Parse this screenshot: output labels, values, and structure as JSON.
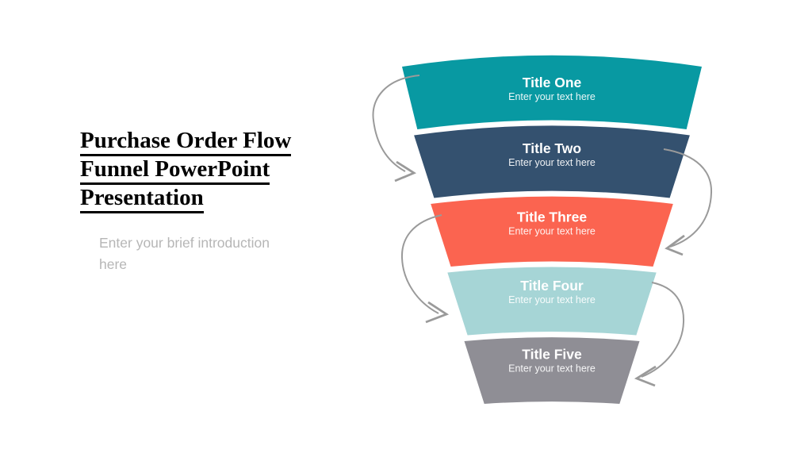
{
  "slide": {
    "background_color": "#ffffff",
    "left_panel": {
      "title_lines": [
        "Purchase Order Flow",
        "Funnel PowerPoint",
        "Presentation"
      ],
      "title_color": "#000000",
      "intro_placeholder": "Enter your brief introduction here",
      "intro_color": "#b6b6b6"
    },
    "funnel": {
      "text_color": "#ffffff",
      "arrow_color": "#9a9a9a",
      "arrow_style": "curved-hand-drawn",
      "tiers": [
        {
          "title": "Title One",
          "subtitle": "Enter your text here",
          "color": "#0899a2"
        },
        {
          "title": "Title Two",
          "subtitle": "Enter your text here",
          "color": "#34516f"
        },
        {
          "title": "Title Three",
          "subtitle": "Enter your text here",
          "color": "#fb6450"
        },
        {
          "title": "Title Four",
          "subtitle": "Enter your text here",
          "color": "#a6d5d6"
        },
        {
          "title": "Title Five",
          "subtitle": "Enter your text here",
          "color": "#8f8e95"
        }
      ]
    }
  }
}
